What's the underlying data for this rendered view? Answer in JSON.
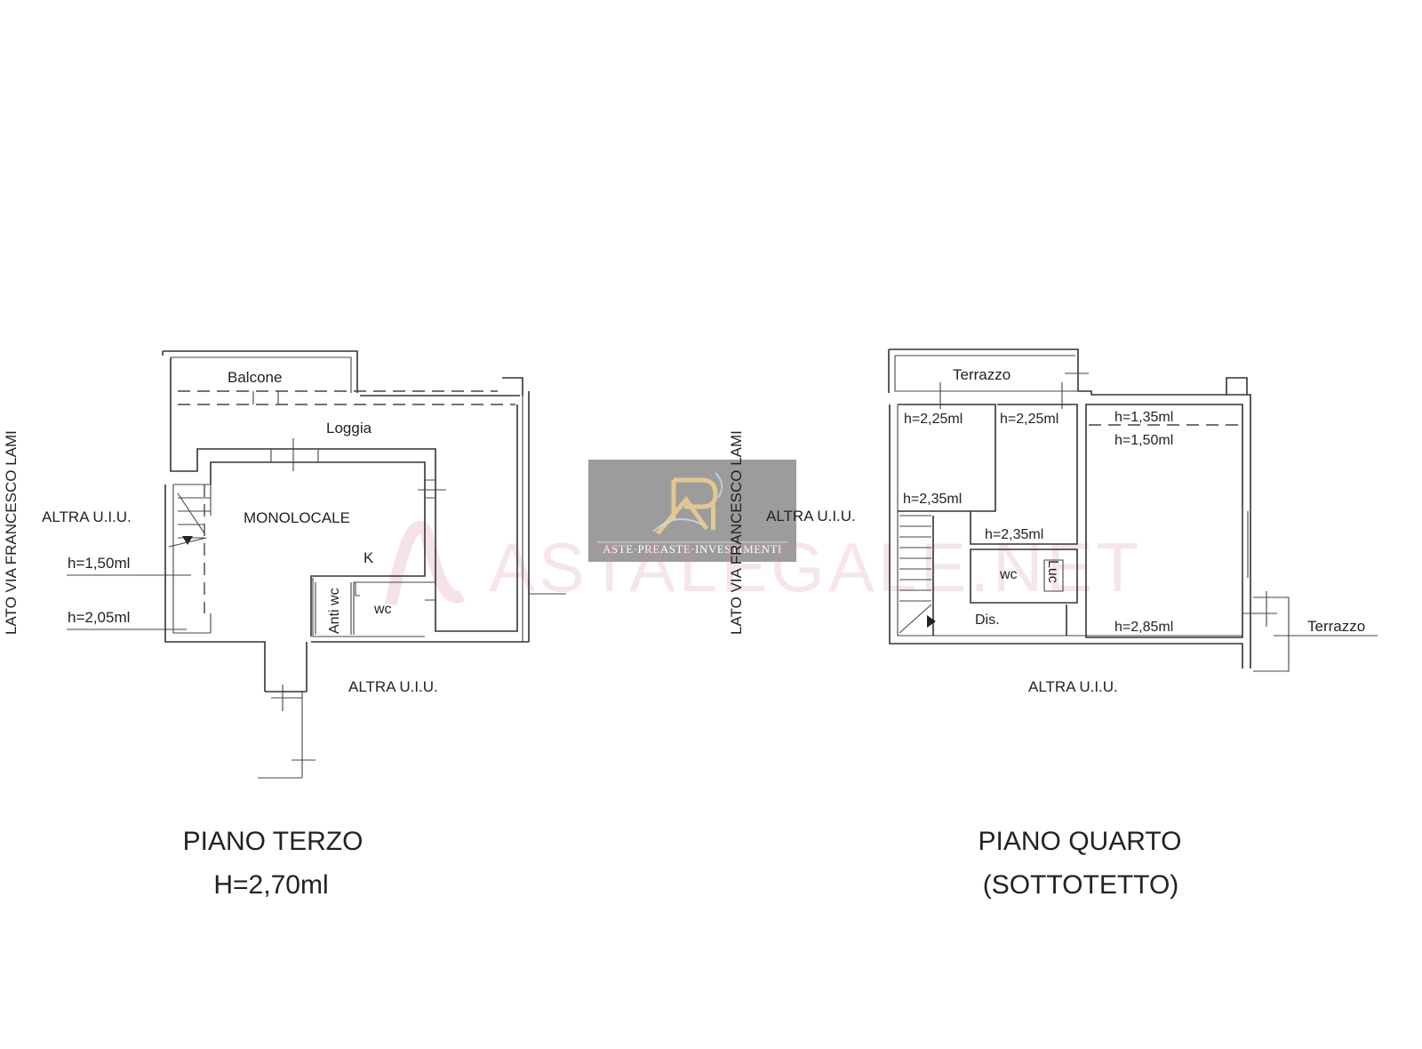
{
  "watermark": {
    "text": "ASTALEGALE.NET"
  },
  "logo": {
    "monogram": "RI",
    "caption": "ASTE·PREASTE·INVESTIMENTI",
    "bg_color": "#9c9c9c",
    "gold_color": "#e3c88f"
  },
  "plan_left": {
    "street_label": "LATO VIA FRANCESCO LAMI",
    "balcone": "Balcone",
    "loggia": "Loggia",
    "monolocale": "MONOLOCALE",
    "kitchen": "K",
    "anti_wc": "Anti wc",
    "wc": "wc",
    "altra_left": "ALTRA U.I.U.",
    "altra_bottom": "ALTRA U.I.U.",
    "h1": "h=1,50ml",
    "h2": "h=2,05ml",
    "title": "PIANO TERZO",
    "subtitle": "H=2,70ml"
  },
  "plan_right": {
    "street_label": "LATO VIA FRANCESCO LAMI",
    "terrazzo_top": "Terrazzo",
    "terrazzo_right": "Terrazzo",
    "altra_left": "ALTRA U.I.U.",
    "altra_bottom": "ALTRA U.I.U.",
    "h_a": "h=2,25ml",
    "h_b": "h=2,25ml",
    "h_c": "h=2,35ml",
    "h_d": "h=2,35ml",
    "h_e": "h=1,35ml",
    "h_f": "h=1,50ml",
    "h_g": "h=2,85ml",
    "wc": "wc",
    "luc": "Luc",
    "dis": "Dis.",
    "title": "PIANO QUARTO",
    "subtitle": "(SOTTOTETTO)"
  }
}
